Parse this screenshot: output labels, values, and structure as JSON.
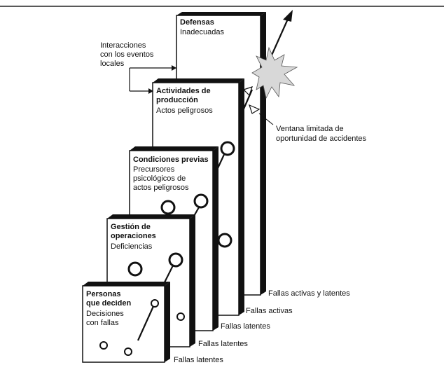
{
  "slices": [
    {
      "title": "Defensas",
      "desc": "Inadecuadas"
    },
    {
      "title": "Actividades de producción",
      "desc": "Actos peligrosos"
    },
    {
      "title": "Condiciones previas",
      "desc": "Precursores psicológicos de actos peligrosos"
    },
    {
      "title": "Gestión de operaciones",
      "desc": "Deficiencias"
    },
    {
      "title": "Personas que deciden",
      "desc": "Decisiones con fallas"
    }
  ],
  "bottom_labels": {
    "l1": "Fallas activas y latentes",
    "l2": "Fallas activas",
    "l3": "Fallas latentes",
    "l4": "Fallas latentes",
    "l5": "Fallas latentes"
  },
  "annotations": {
    "interactions": [
      "Interacciones",
      "con los eventos",
      "locales"
    ],
    "window": [
      "Ventana limitada de",
      "oportunidad de accidentes"
    ]
  }
}
